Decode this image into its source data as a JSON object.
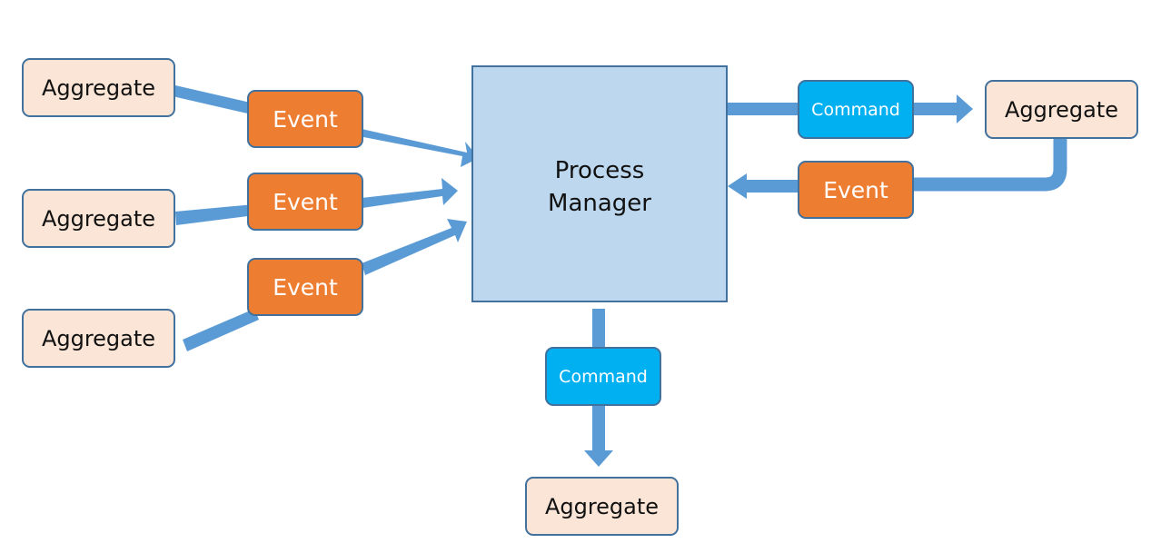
{
  "colors": {
    "arrow": "#5b9bd5",
    "box_border": "#41719c",
    "aggregate_fill": "#fbe5d6",
    "event_fill": "#ed7d31",
    "command_fill": "#00b0f0",
    "manager_fill": "#bdd7ee"
  },
  "process_manager": {
    "line1": "Process",
    "line2": "Manager"
  },
  "inputs": [
    {
      "aggregate": "Aggregate",
      "event": "Event"
    },
    {
      "aggregate": "Aggregate",
      "event": "Event"
    },
    {
      "aggregate": "Aggregate",
      "event": "Event"
    }
  ],
  "right_flow": {
    "command": "Command",
    "aggregate": "Aggregate",
    "event": "Event"
  },
  "bottom_flow": {
    "command": "Command",
    "aggregate": "Aggregate"
  }
}
